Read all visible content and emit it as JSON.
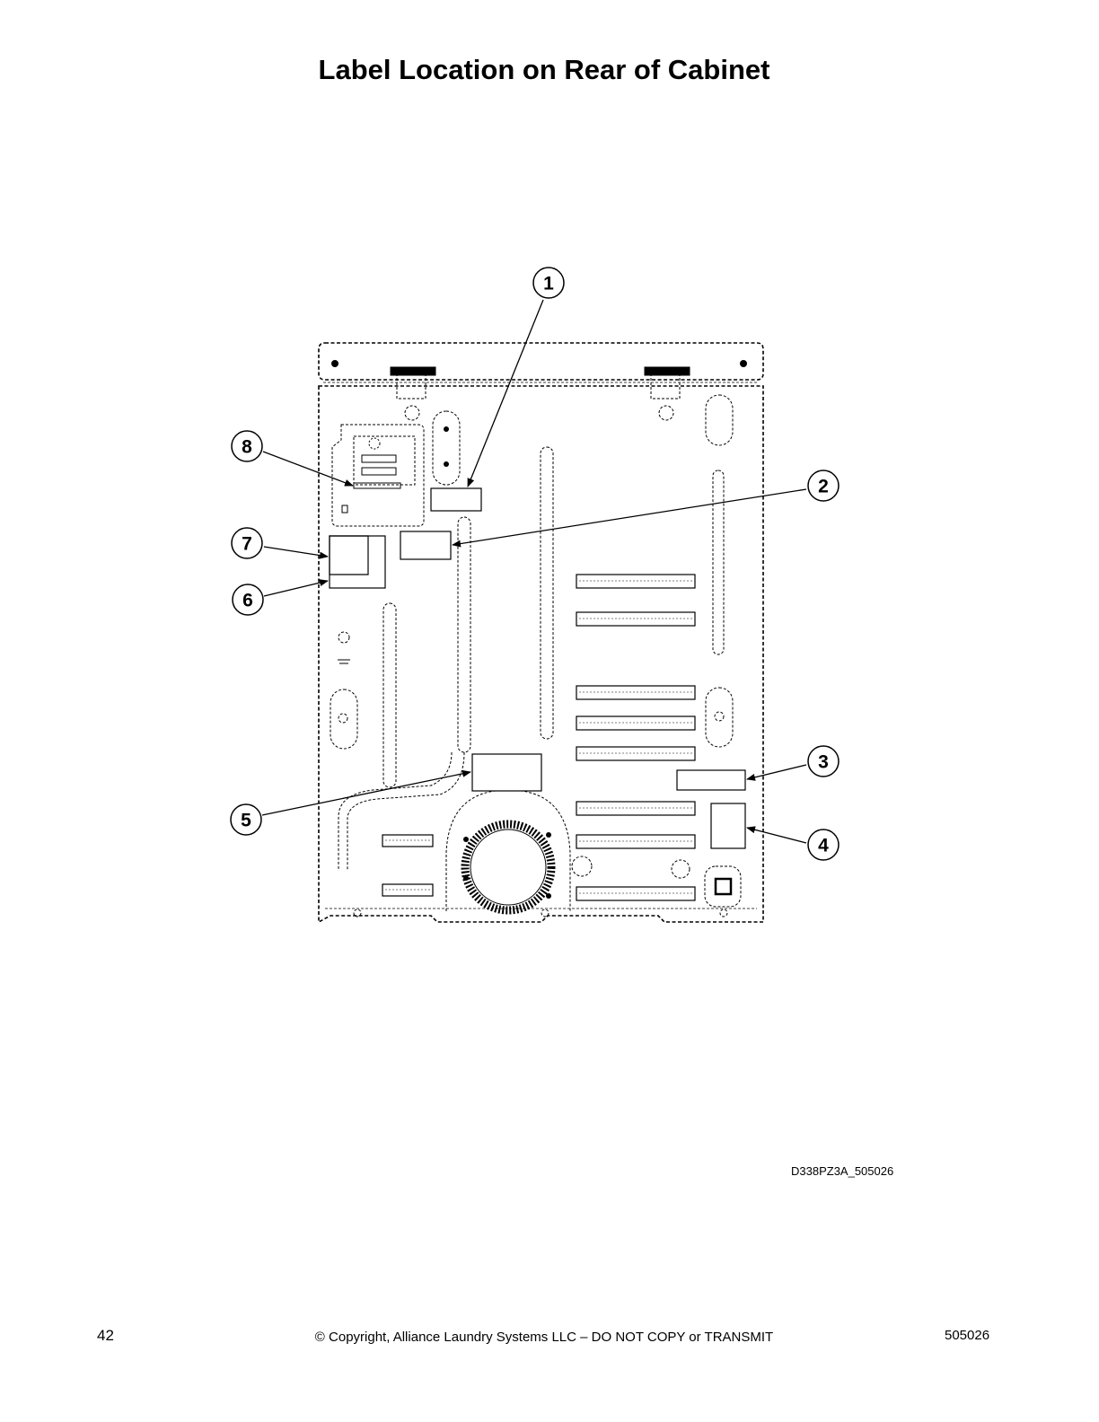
{
  "page": {
    "title": "Label Location on Rear of Cabinet",
    "figure_id": "D338PZ3A_505026",
    "page_number": "42",
    "copyright": "© Copyright, Alliance Laundry Systems LLC – DO NOT COPY or TRANSMIT",
    "doc_number": "505026"
  },
  "callouts": [
    {
      "label": "1"
    },
    {
      "label": "2"
    },
    {
      "label": "3"
    },
    {
      "label": "4"
    },
    {
      "label": "5"
    },
    {
      "label": "6"
    },
    {
      "label": "7"
    },
    {
      "label": "8"
    }
  ]
}
